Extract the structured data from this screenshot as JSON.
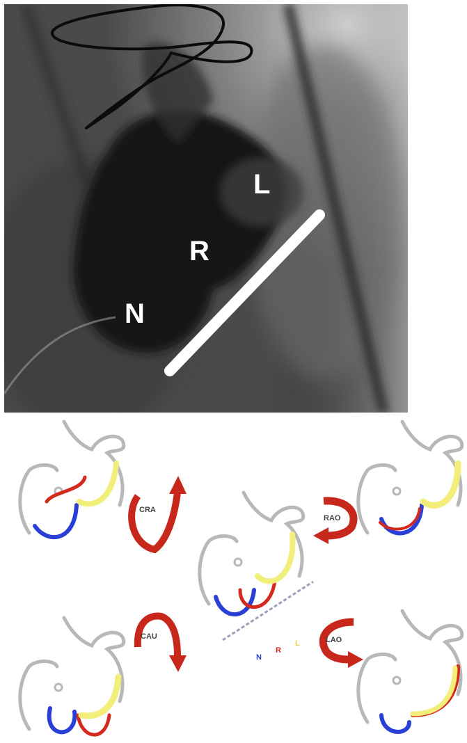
{
  "fluoroscopy": {
    "cusp_labels": {
      "left": "L",
      "right": "R",
      "noncoronary": "N"
    }
  },
  "schematic": {
    "views": {
      "cranial": "CRA",
      "caudal": "CAU",
      "rao": "RAO",
      "lao": "LAO"
    },
    "center_labels": {
      "n": "N",
      "r": "R",
      "l": "L"
    }
  },
  "colors": {
    "noncoronary": "#2a3fd6",
    "right": "#d42a1e",
    "left": "#f2ee7a",
    "outline": "#b8b8b8",
    "arrow": "#c8281c"
  }
}
